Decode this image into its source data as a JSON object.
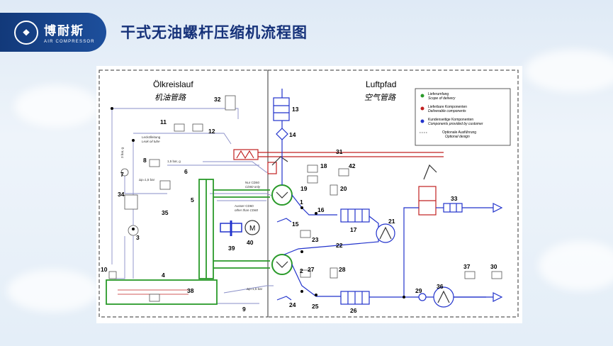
{
  "brand": {
    "name_cn": "博耐斯",
    "name_en": "AIR COMPRESSOR"
  },
  "page_title": "干式无油螺杆压缩机流程图",
  "diagram": {
    "oil_circuit_de": "Ölkreislauf",
    "oil_circuit_cn": "机油管路",
    "air_path_de": "Luftpfad",
    "air_path_cn": "空气管路",
    "legend": [
      {
        "color": "#2a9a2a",
        "de": "Lieferumfang",
        "en": "Scope of delivery"
      },
      {
        "color": "#c02020",
        "de": "Lieferbare Komponenten",
        "en": "Deliverable components"
      },
      {
        "color": "#2233cc",
        "de": "Kundenseitige Komponenten",
        "en": "Components provided by customer"
      },
      {
        "style": "dotted",
        "de": "Optionale Ausführung",
        "en": "Optional design"
      }
    ],
    "annotations": {
      "leakage_de": "Leckölleitung",
      "leakage_en": "Leak oil tube",
      "pressure_1": "1,5 bar, g",
      "dp_1": "Δp=1,5 bar",
      "cd60_de": "Nur CD60",
      "cd60_en": "CD60 only",
      "not_cd60_de": "Ausser CD60",
      "not_cd60_en": "other than CD60",
      "dp_2": "Δp=1,5 bar",
      "side_label": "3 bar, g"
    },
    "components": [
      "1",
      "2",
      "3",
      "4",
      "5",
      "6",
      "7",
      "8",
      "9",
      "10",
      "11",
      "12",
      "13",
      "14",
      "15",
      "16",
      "17",
      "18",
      "19",
      "20",
      "21",
      "22",
      "23",
      "24",
      "25",
      "26",
      "27",
      "28",
      "29",
      "30",
      "31",
      "32",
      "33",
      "34",
      "35",
      "36",
      "37",
      "38",
      "39",
      "40",
      "42"
    ]
  }
}
